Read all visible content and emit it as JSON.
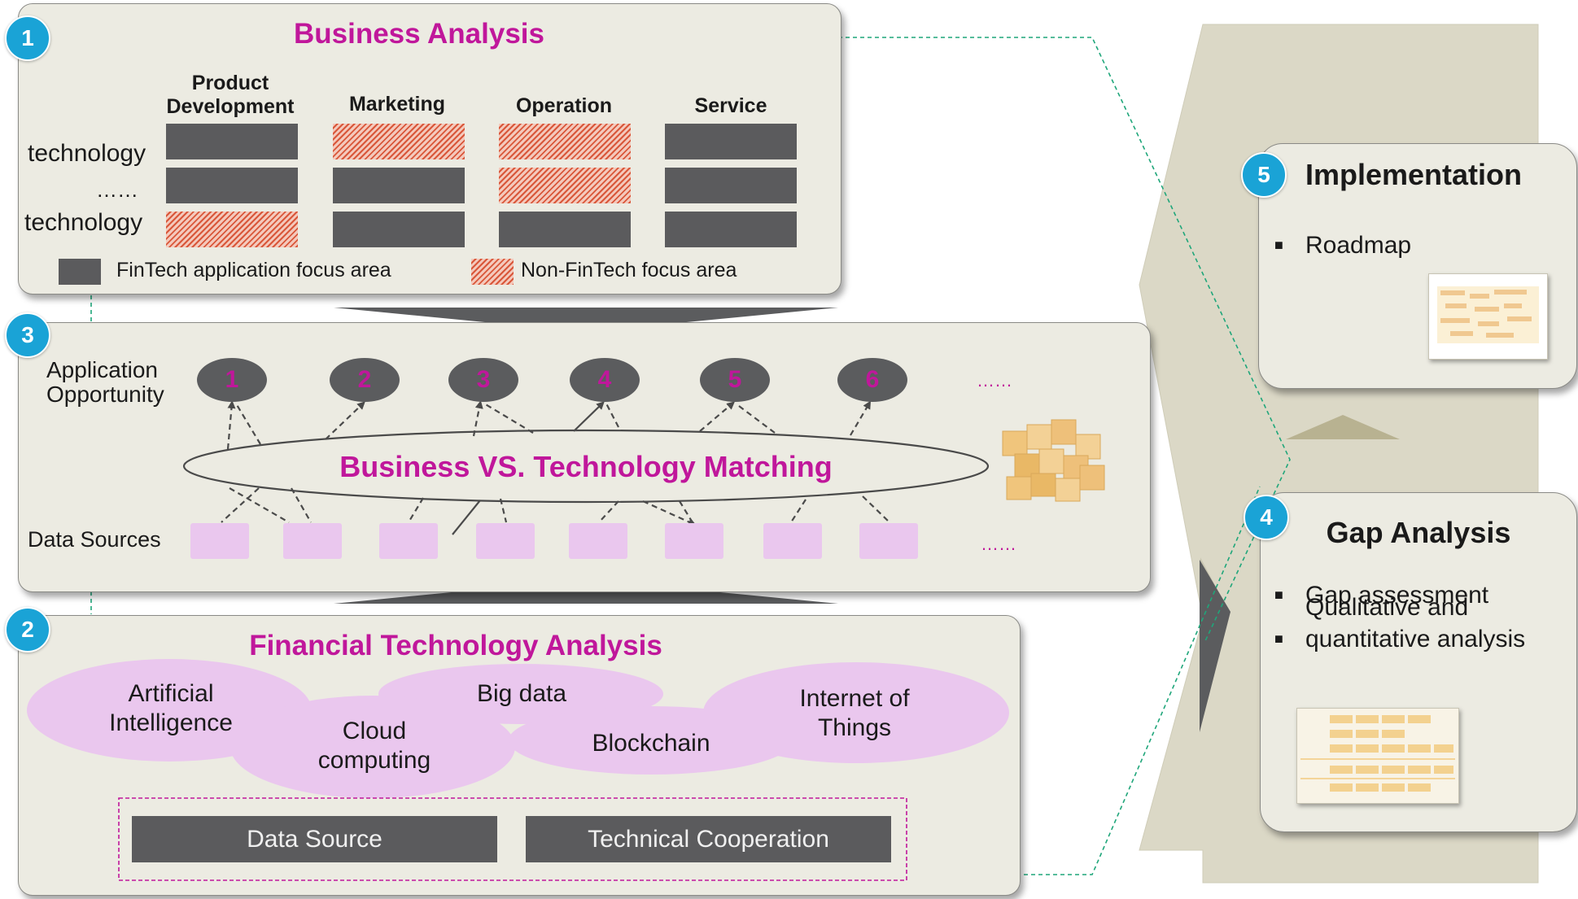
{
  "business_analysis": {
    "badge": "1",
    "title": "Business Analysis",
    "columns": [
      {
        "line1": "Product",
        "line2": "Development"
      },
      {
        "line1": "",
        "line2": "Marketing"
      },
      {
        "line1": "",
        "line2": "Operation"
      },
      {
        "line1": "",
        "line2": "Service"
      }
    ],
    "row_labels": [
      "technology",
      "……",
      "technology"
    ],
    "grid": [
      [
        "fintech",
        "non-fintech",
        "non-fintech",
        "fintech"
      ],
      [
        "fintech",
        "fintech",
        "non-fintech",
        "fintech"
      ],
      [
        "non-fintech",
        "fintech",
        "fintech",
        "fintech"
      ]
    ],
    "legend": {
      "fintech": "FinTech application focus area",
      "non_fintech": "Non-FinTech focus area"
    }
  },
  "matching": {
    "badge": "3",
    "app_label_line1": "Application",
    "app_label_line2": "Opportunity",
    "opportunities": [
      "1",
      "2",
      "3",
      "4",
      "5",
      "6"
    ],
    "opportunities_more": "……",
    "center_label": "Business VS. Technology Matching",
    "data_sources_label": "Data Sources",
    "data_sources_more": "……"
  },
  "fintech_analysis": {
    "badge": "2",
    "title": "Financial Technology Analysis",
    "clouds": {
      "ai_line1": "Artificial",
      "ai_line2": "Intelligence",
      "cloud_line1": "Cloud",
      "cloud_line2": "computing",
      "bigdata": "Big data",
      "blockchain": "Blockchain",
      "iot_line1": "Internet of",
      "iot_line2": "Things"
    },
    "data_source": "Data Source",
    "technical_cooperation": "Technical Cooperation"
  },
  "implementation": {
    "badge": "5",
    "title": "Implementation",
    "bullets": [
      "Roadmap"
    ]
  },
  "gap_analysis": {
    "badge": "4",
    "title": "Gap Analysis",
    "bullet1": "Gap assessment",
    "bullet2_line1": "Qualitative and",
    "bullet2_line2": "quantitative analysis"
  },
  "colors": {
    "accent_pink": "#c0179b",
    "badge_blue": "#1aa3d6",
    "panel_bg": "#ecebe2",
    "dark_gray": "#5b5b5d",
    "hatch_red": "#d9573a",
    "light_pink": "#eac7ee",
    "khaki": "#d9d6c3",
    "dashed_green": "#1fa67a"
  }
}
